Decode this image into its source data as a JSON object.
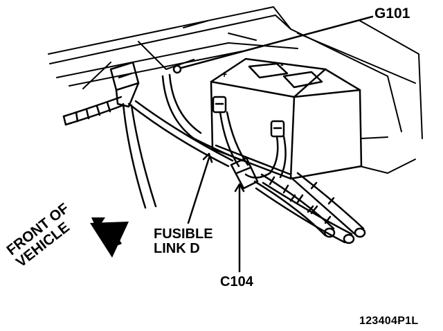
{
  "labels": {
    "g101": "G101",
    "fusible_line1": "FUSIBLE",
    "fusible_line2": "LINK D",
    "c104": "C104",
    "front_line1": "FRONT OF",
    "front_line2": "VEHICLE",
    "figure_code": "123404P1L"
  },
  "battery_terminals": {
    "positive": "+",
    "negative": "-"
  },
  "colors": {
    "ink": "#000000",
    "paper": "#ffffff"
  }
}
